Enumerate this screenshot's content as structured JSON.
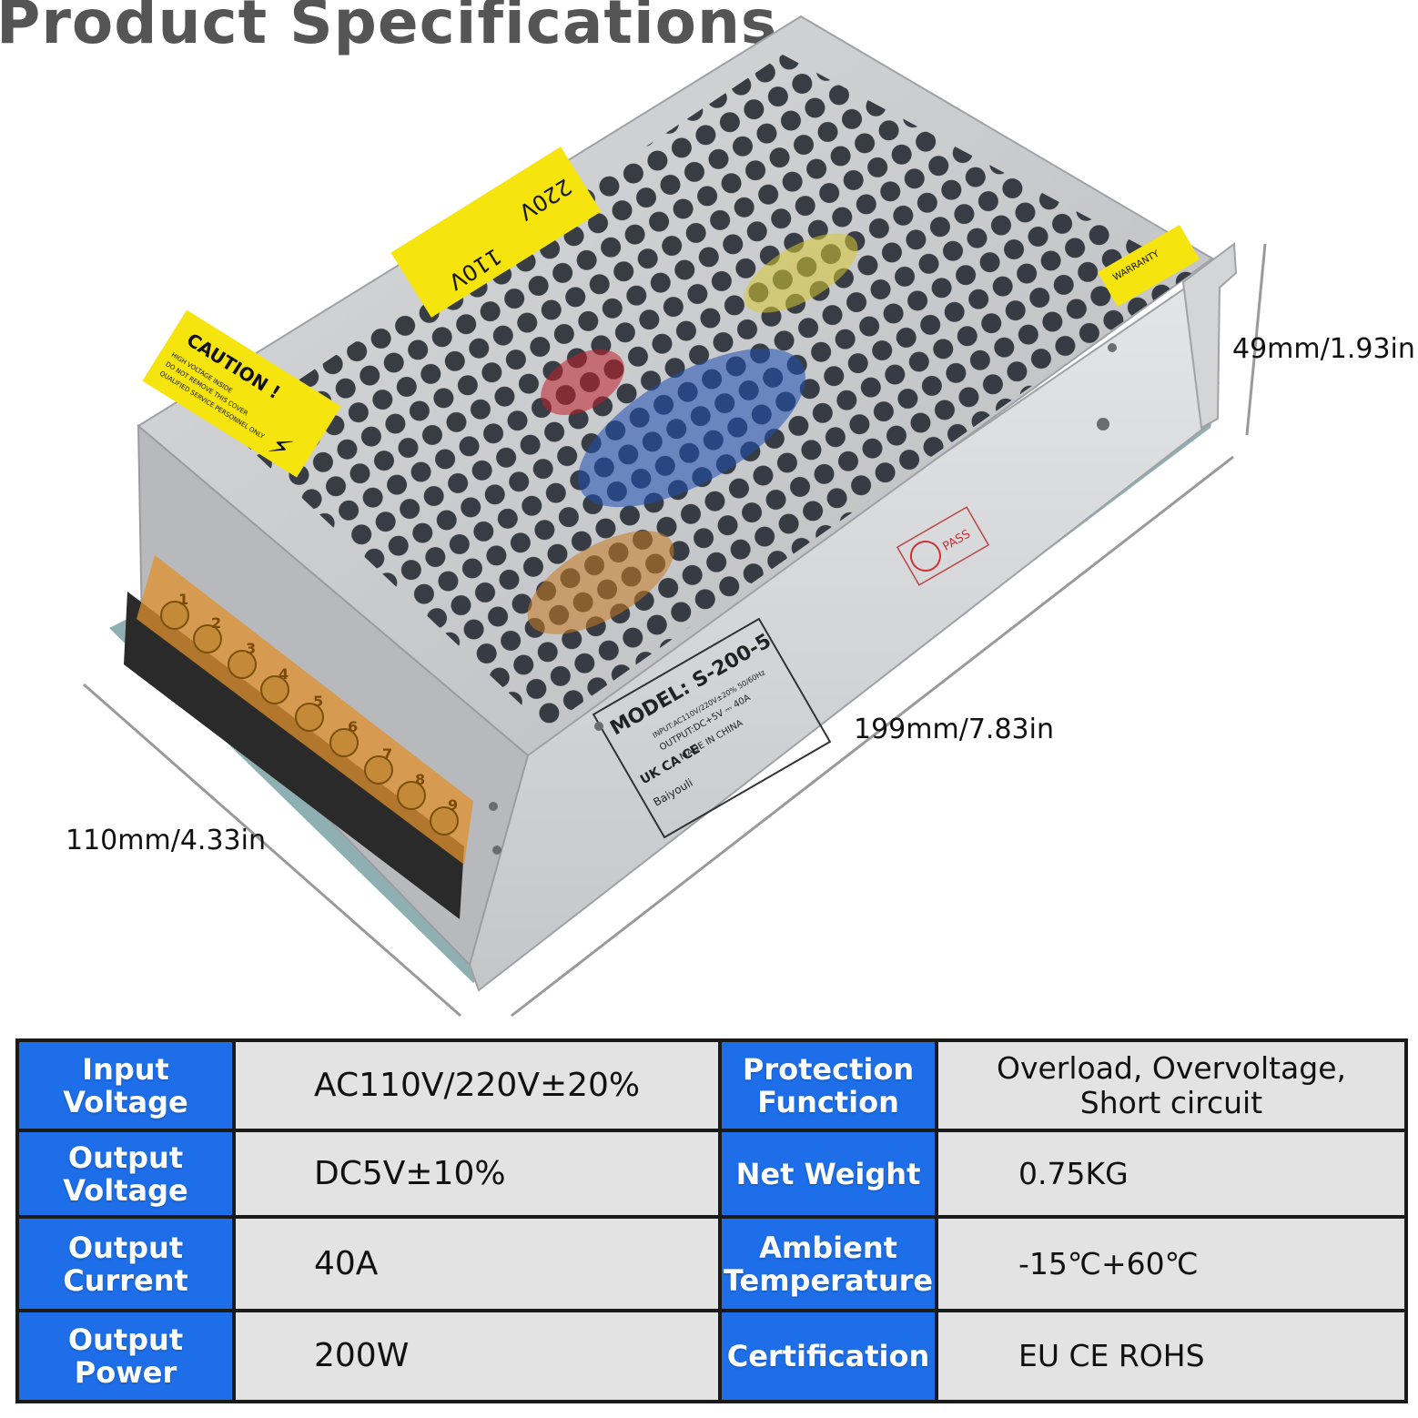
{
  "title": "Product Specifications",
  "dimensions": {
    "height": "49mm/1.93in",
    "length": "199mm/7.83in",
    "width": "110mm/4.33in"
  },
  "product": {
    "caution_label": "CAUTION !",
    "caution_lines": [
      "HIGH VOLTAGE INSIDE",
      "DO NOT REMOVE THIS COVER",
      "QUALIFIED SERVICE PERSONNEL ONLY"
    ],
    "voltage_switch": [
      "110V",
      "220V"
    ],
    "model_label": "MODEL: S-200-5",
    "model_input": "INPUT:AC110V/220V±20%  50/60Hz",
    "model_output": "OUTPUT:DC+5V ⎓ 40A",
    "made_in": "MADE IN CHINA",
    "brand": "Baiyouli",
    "marks": "UK CA  CE",
    "pass_stamp": "PASS",
    "warranty": "WARRANTY",
    "terminals": [
      "1",
      "2",
      "3",
      "4",
      "5",
      "6",
      "7",
      "8",
      "9"
    ]
  },
  "specs": {
    "left": [
      {
        "key": "Input\nVoltage",
        "value": "AC110V/220V±20%"
      },
      {
        "key": "Output\nVoltage",
        "value": "DC5V±10%"
      },
      {
        "key": "Output\nCurrent",
        "value": "40A"
      },
      {
        "key": "Output\nPower",
        "value": "200W"
      }
    ],
    "right": [
      {
        "key": "Protection\nFunction",
        "value": "Overload, Overvoltage,\nShort circuit"
      },
      {
        "key": "Net Weight",
        "value": "0.75KG"
      },
      {
        "key": "Ambient\nTemperature",
        "value": "-15℃+60℃"
      },
      {
        "key": "Certification",
        "value": "EU CE ROHS"
      }
    ]
  },
  "colors": {
    "key_background": "#1d6ee8",
    "value_background": "#e3e3e3",
    "caution_yellow": "#f5e40e",
    "housing_silver": "#c9cacc"
  }
}
